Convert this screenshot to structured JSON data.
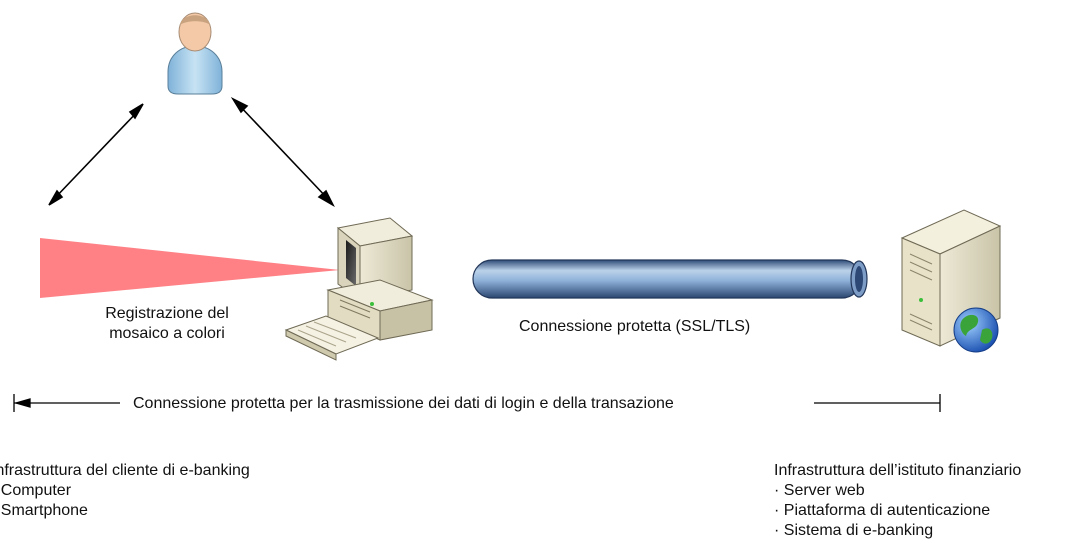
{
  "diagram": {
    "color_scanner_text": "Registrazione del\nmosaico a colori",
    "color_scanner_line1": "Registrazione del",
    "color_scanner_line2": "mosaico a colori",
    "tunnel_label": "Connessione protetta (SSL/TLS)",
    "span_label": "Connessione protetta per la trasmissione dei dati di login e della transazione",
    "client_infrastructure": {
      "title": "Infrastruttura del cliente di e-banking",
      "items": [
        "· Computer",
        "· Smartphone"
      ]
    },
    "bank_infrastructure": {
      "title": "Infrastruttura dell’istituto finanziario",
      "items": [
        "· Server web",
        "· Piattaforma di autenticazione",
        "· Sistema di e-banking"
      ]
    },
    "colors": {
      "beam": "#ff7a7f",
      "tunnel_dark": "#3e5b86",
      "tunnel_light": "#bcd2ea",
      "user_body": "#a9d0ea"
    },
    "icons": [
      "user-icon",
      "computer-icon",
      "server-icon",
      "globe-icon",
      "keyboard-icon"
    ]
  }
}
